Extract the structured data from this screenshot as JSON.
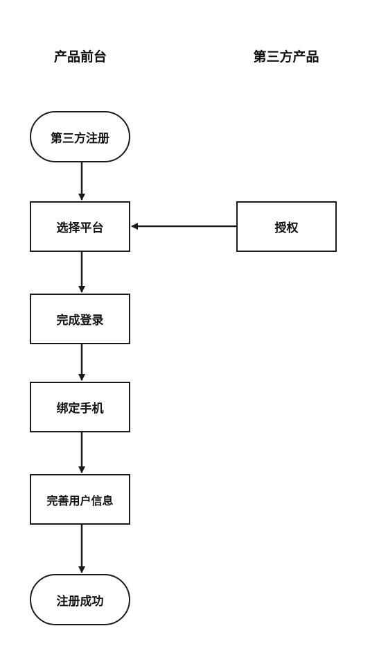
{
  "lanes": {
    "left": "产品前台",
    "right": "第三方产品"
  },
  "nodes": {
    "start": "第三方注册",
    "select_platform": "选择平台",
    "authorize": "授权",
    "complete_login": "完成登录",
    "bind_phone": "绑定手机",
    "complete_profile": "完善用户信息",
    "end": "注册成功"
  }
}
